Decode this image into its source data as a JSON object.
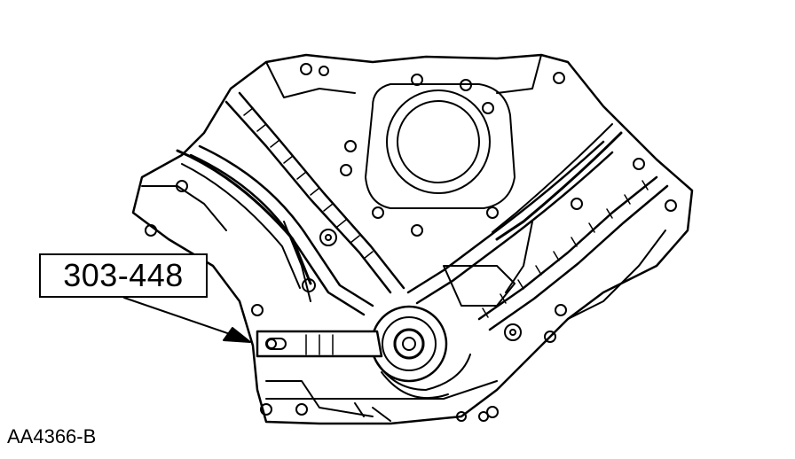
{
  "figure": {
    "callout_label": "303-448",
    "figure_id": "AA4366-B"
  },
  "colors": {
    "line": "#000000",
    "background": "#ffffff"
  },
  "parts": {
    "engine_block": "engine-block-front",
    "crankshaft_sprocket": "crankshaft-sprocket",
    "tool": "crankshaft-holding-tool",
    "timing_chains": "timing-chain"
  }
}
